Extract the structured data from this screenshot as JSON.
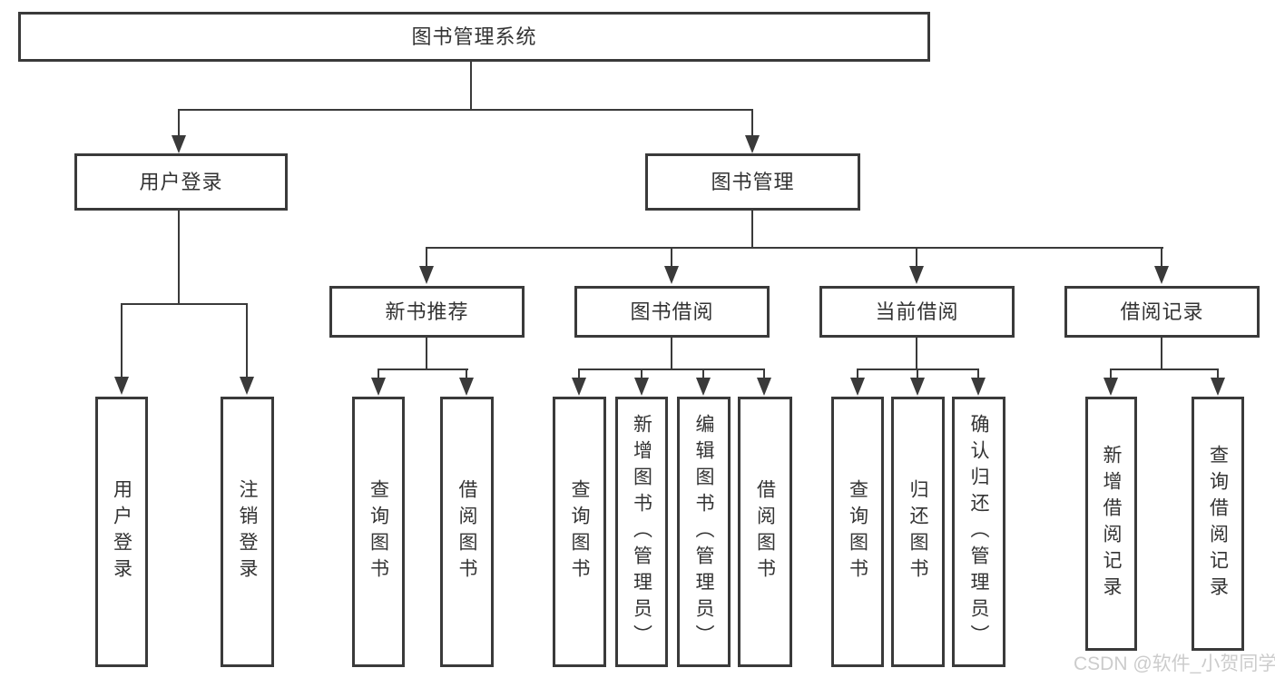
{
  "nodes": {
    "root": "图书管理系统",
    "level2": [
      "用户登录",
      "图书管理"
    ],
    "level3": [
      "新书推荐",
      "图书借阅",
      "当前借阅",
      "借阅记录"
    ],
    "leaves_login": [
      "用户登录",
      "注销登录"
    ],
    "leaves_recommend": [
      "查询图书",
      "借阅图书"
    ],
    "leaves_borrow": [
      "查询图书",
      "新增图书（管理员）",
      "编辑图书（管理员）",
      "借阅图书"
    ],
    "leaves_current": [
      "查询图书",
      "归还图书",
      "确认归还（管理员）"
    ],
    "leaves_records": [
      "新增借阅记录",
      "查询借阅记录"
    ]
  },
  "watermark": "CSDN @软件_小贺同学",
  "colors": {
    "line": "#3a3a3a",
    "text": "#333333",
    "watermark": "#c9c9c9",
    "background": "#ffffff"
  }
}
